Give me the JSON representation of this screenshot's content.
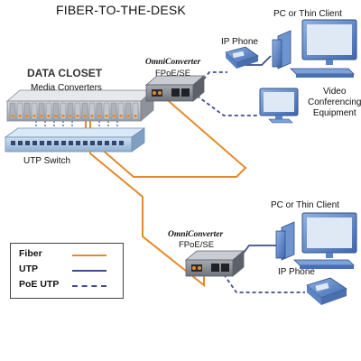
{
  "title": "FIBER-TO-THE-DESK",
  "data_closet": {
    "heading": "DATA CLOSET",
    "media_converters_label": "Media Converters",
    "switch_label": "UTP Switch"
  },
  "converter_top": {
    "brand": "OmniConverter",
    "model": "FPoE/SE"
  },
  "converter_bottom": {
    "brand": "OmniConverter",
    "model": "FPoE/SE"
  },
  "desk_top": {
    "pc_label": "PC or Thin Client",
    "phone_label": "IP Phone",
    "video_label_line1": "Video",
    "video_label_line2": "Conferencing",
    "video_label_line3": "Equipment"
  },
  "desk_bottom": {
    "pc_label": "PC or Thin Client",
    "phone_label": "IP Phone"
  },
  "legend": {
    "items": [
      {
        "label": "Fiber",
        "color": "#E58A2B",
        "style": "solid"
      },
      {
        "label": "UTP",
        "color": "#3F4E86",
        "style": "solid"
      },
      {
        "label": "PoE UTP",
        "color": "#3F4E86",
        "style": "dashed"
      }
    ]
  },
  "colors": {
    "fiber": "#E58A2B",
    "utp": "#3F4E86",
    "rack": "#B9BEC8",
    "switch": "#A9C3DE",
    "device_blue": "#5B84C4"
  }
}
